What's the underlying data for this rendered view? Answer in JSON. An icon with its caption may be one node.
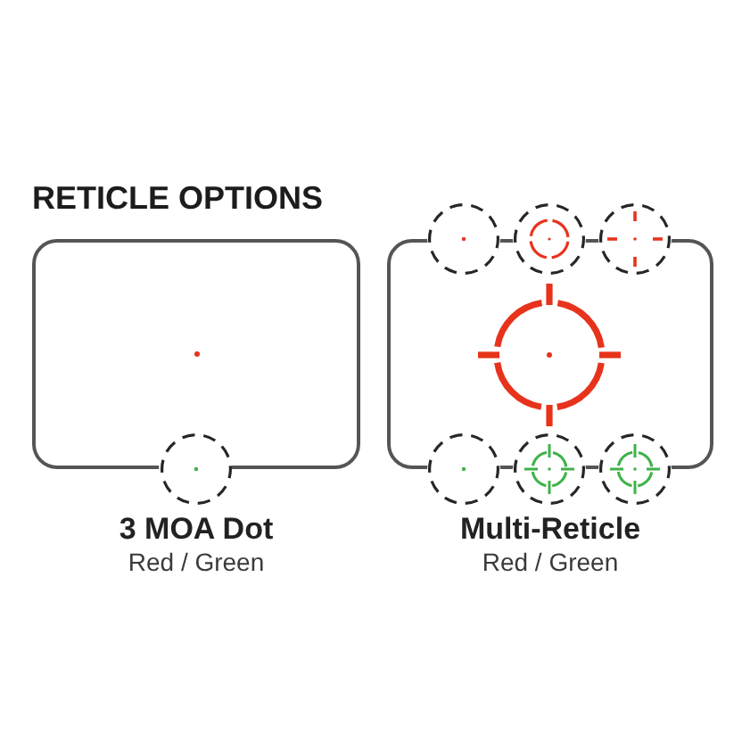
{
  "diagram": {
    "title": "RETICLE OPTIONS",
    "nodes": [
      {
        "text": [],
        "shape": "box",
        "beside": [
          "3 MOA Dot",
          "Red / Green"
        ]
      },
      {
        "text": [],
        "shape": "box",
        "beside": [
          "Multi-Reticle",
          "Red / Green"
        ]
      }
    ],
    "edges": []
  }
}
